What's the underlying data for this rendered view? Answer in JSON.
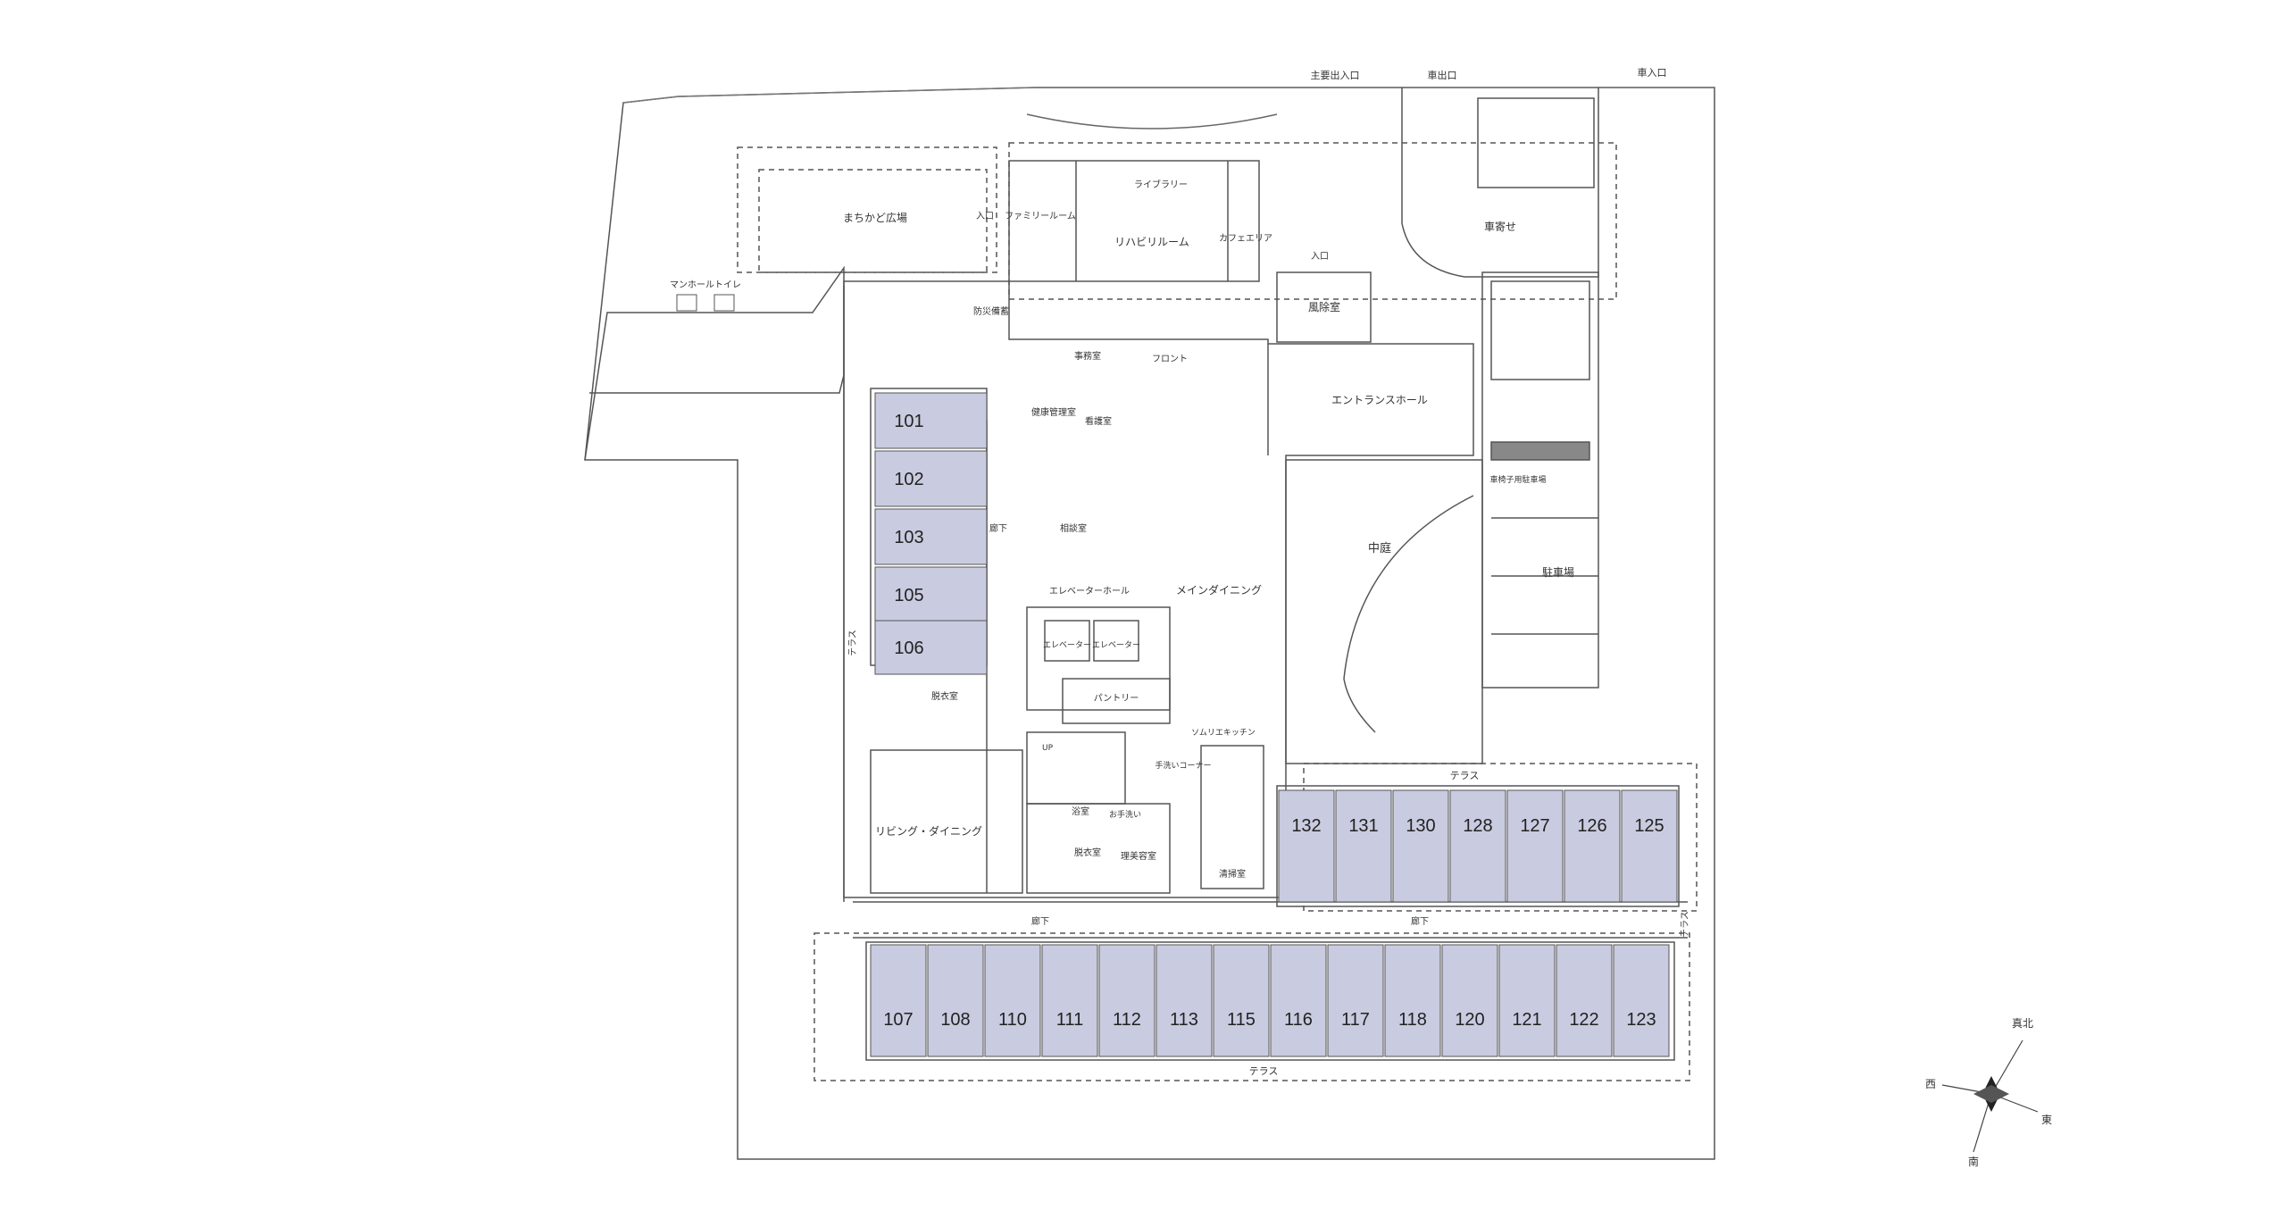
{
  "entrances": {
    "main_entrance": "主要出入口",
    "car_exit": "車出口",
    "car_entrance": "車入口"
  },
  "labels": {
    "plaza": "まちかど広場",
    "manhole_toilet": "マンホールトイレ",
    "library": "ライブラリー",
    "family_room": "ファミリールーム",
    "rehab_room": "リハビリルーム",
    "cafe_area": "カフェエリア",
    "entrance_small": "入口",
    "entrance": "入口",
    "wind_room": "風除室",
    "drop_off": "車寄せ",
    "disaster_storage": "防災備蓄",
    "office": "事務室",
    "front": "フロント",
    "health_room": "健康管理室",
    "nurse_room": "看護室",
    "consult_room": "相談室",
    "hallway_west": "廊下",
    "entrance_hall": "エントランスホール",
    "courtyard": "中庭",
    "parking": "駐車場",
    "wheelchair_parking": "車椅子用駐車場",
    "elevator_hall": "エレベーターホール",
    "main_dining": "メインダイニング",
    "elevator_a": "エレベーター",
    "elevator_b": "エレベーター",
    "pantry": "パントリー",
    "terrace_west": "テラス",
    "laundry_1": "脱衣室",
    "living_dining": "リビング・ダイニング",
    "bath": "浴室",
    "laundry_2": "脱衣室",
    "barber": "理美容室",
    "hand_wash": "手洗いコーナー",
    "terrace_north": "テラス",
    "terrace_east": "テラス",
    "terrace_south": "テラス",
    "hallway_south_w": "廊下",
    "hallway_south_e": "廊下",
    "kitchen": "ソムリエキッチン",
    "cleaning": "清掃室",
    "toilet": "お手洗い",
    "up": "UP"
  },
  "rooms": {
    "west": [
      "101",
      "102",
      "103",
      "105",
      "106"
    ],
    "south": [
      "107",
      "108",
      "110",
      "111",
      "112",
      "113",
      "115",
      "116",
      "117",
      "118",
      "120",
      "121",
      "122",
      "123"
    ],
    "east": [
      "132",
      "131",
      "130",
      "128",
      "127",
      "126",
      "125"
    ]
  },
  "compass": {
    "north": "真北",
    "west": "西",
    "east": "東",
    "south": "南"
  },
  "colors": {
    "room_fill": "#c9cbe0",
    "line": "#555555",
    "accent": "#000000"
  }
}
